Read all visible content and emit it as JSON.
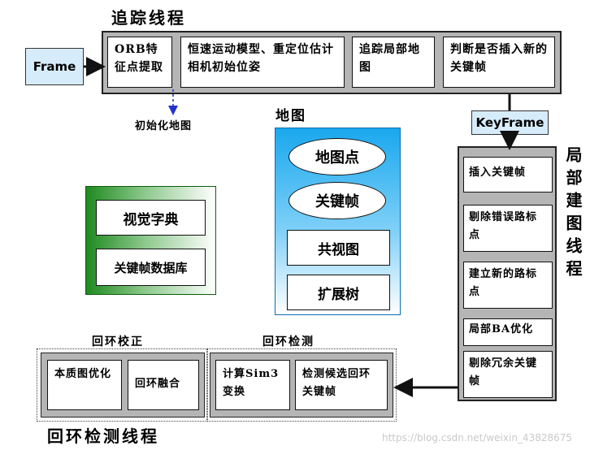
{
  "tracking": {
    "title": "追踪线程",
    "frame_label": "Frame",
    "boxes": [
      "ORB特征点提取",
      "恒速运动模型、重定位估计相机初始位姿",
      "追踪局部地图",
      "判断是否插入新的关键帧"
    ],
    "init_map_label": "初始化地图"
  },
  "keyframe_label": "KeyFrame",
  "map": {
    "title": "地图",
    "items": [
      "地图点",
      "关键帧",
      "共视图",
      "扩展树"
    ]
  },
  "vocabulary": {
    "items": [
      "视觉字典",
      "关键帧数据库"
    ]
  },
  "local_mapping": {
    "title": "局部建图线程",
    "boxes": [
      "插入关键帧",
      "剔除错误路标点",
      "建立新的路标点",
      "局部BA优化",
      "剔除冗余关键帧"
    ]
  },
  "loop": {
    "title": "回环检测线程",
    "correction_title": "回环校正",
    "detection_title": "回环检测",
    "correction_boxes": [
      "本质图优化",
      "回环融合"
    ],
    "detection_boxes": [
      "计算Sim3变换",
      "检测候选回环关键帧"
    ]
  },
  "watermark": "https://blog.csdn.net/weixin_43828675",
  "colors": {
    "gray_frame": "#b5b5b5",
    "light_blue": "#d7ecfa",
    "map_gradient_top": "#1aa8ee",
    "map_gradient_bottom": "#ffffff",
    "vocab_gradient_dark": "#1f8a1f",
    "arrow_blue": "#2233cc"
  }
}
